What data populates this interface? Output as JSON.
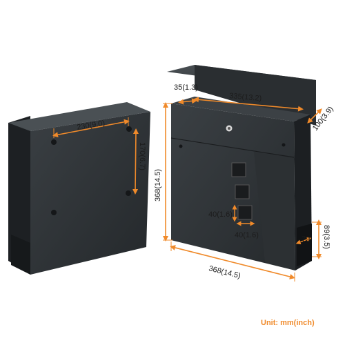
{
  "dimensions": {
    "back_width": "230(9.0)",
    "back_height": "170(6.7)",
    "lid_offset": "35(1.3)",
    "lid_width": "335(13.2)",
    "depth": "100(3.9)",
    "body_height": "368(14.5)",
    "window_height": "40(1.6)",
    "window_width": "40(1.6)",
    "slot_height": "89(3.5)",
    "slot_depth": "79",
    "body_width": "368(14.5)"
  },
  "unit_label": "Unit: mm(inch)",
  "colors": {
    "box": "#2f3336",
    "box_dark": "#1f2225",
    "box_light": "#3d4246",
    "dimension": "#f08a2a"
  }
}
